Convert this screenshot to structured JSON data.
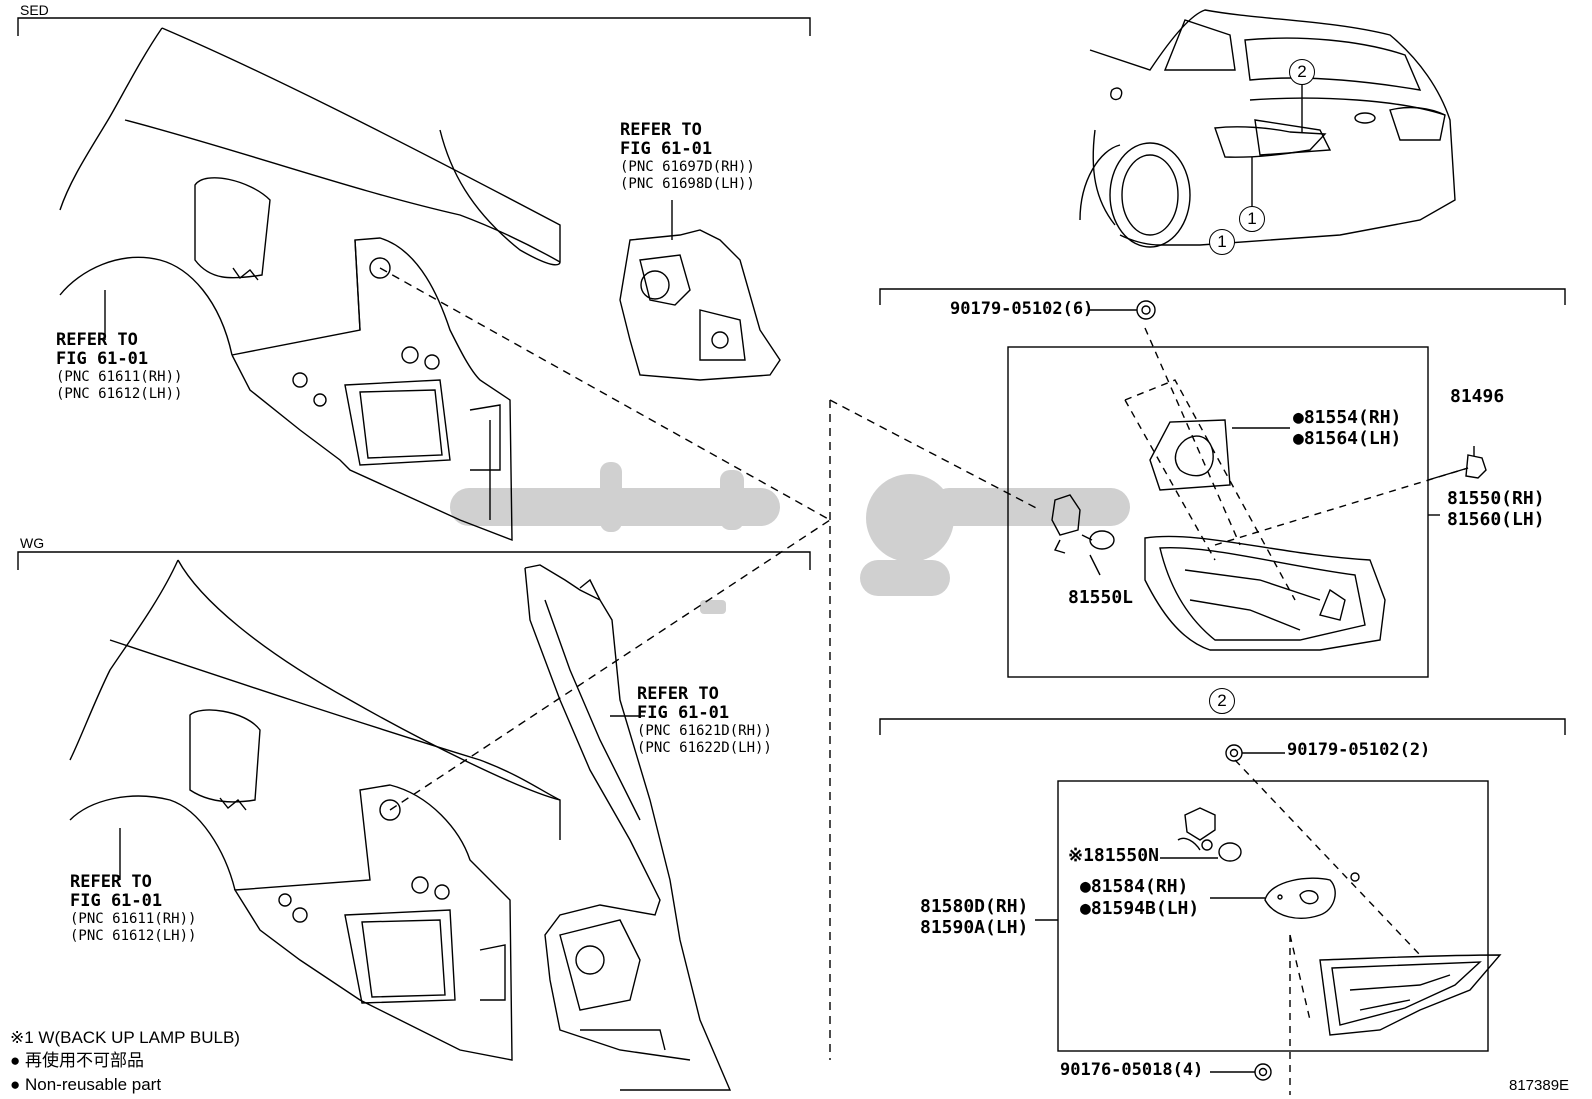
{
  "sections": {
    "sed": "SED",
    "wg": "WG"
  },
  "callouts": {
    "c1": "1",
    "c2": "2"
  },
  "sed": {
    "fig_top": {
      "l1": "REFER TO",
      "l2": "FIG 61-01",
      "l3": "(PNC 61697D(RH))",
      "l4": "(PNC 61698D(LH))"
    },
    "fig_left": {
      "l1": "REFER TO",
      "l2": "FIG 61-01",
      "l3": "(PNC 61611(RH))",
      "l4": "(PNC 61612(LH))"
    }
  },
  "wg": {
    "fig_right": {
      "l1": "REFER TO",
      "l2": "FIG 61-01",
      "l3": "(PNC 61621D(RH))",
      "l4": "(PNC 61622D(LH))"
    },
    "fig_left": {
      "l1": "REFER TO",
      "l2": "FIG 61-01",
      "l3": "(PNC 61611(RH))",
      "l4": "(PNC 61612(LH))"
    }
  },
  "parts1": {
    "p_90179_6": "90179-05102(6)",
    "p_81554": "●81554(RH)",
    "p_81564": "●81564(LH)",
    "p_81496": "81496",
    "p_81550rh": "81550(RH)",
    "p_81560lh": "81560(LH)",
    "p_81550l": "81550L"
  },
  "parts2": {
    "p_90179_2": "90179-05102(2)",
    "p_81550n": "※181550N",
    "p_81584": "●81584(RH)",
    "p_81594b": "●81594B(LH)",
    "p_81580d": "81580D(RH)",
    "p_81590a": "81590A(LH)",
    "p_90176": "90176-05018(4)"
  },
  "legend": {
    "note1": "※1 W(BACK UP LAMP BULB)",
    "note2": "● 再使用不可部品",
    "note3": "● Non-reusable part"
  },
  "figure_id": "817389E",
  "colors": {
    "line": "#000000",
    "watermark": "#c8c8c8"
  }
}
